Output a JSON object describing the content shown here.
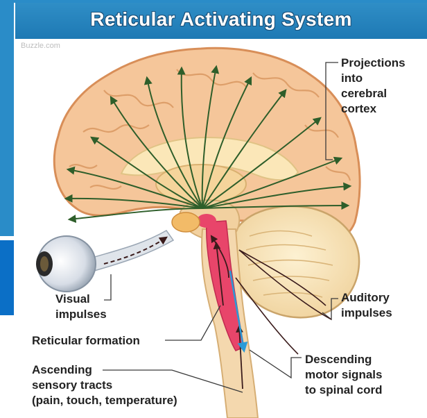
{
  "title": "Reticular Activating System",
  "watermark": "Buzzle.com",
  "labels": {
    "projections": [
      "Projections",
      "into",
      "cerebral",
      "cortex"
    ],
    "visual": [
      "Visual",
      "impulses"
    ],
    "auditory": [
      "Auditory",
      "impulses"
    ],
    "reticular": "Reticular formation",
    "ascending": [
      "Ascending",
      "sensory tracts",
      "(pain, touch, temperature)"
    ],
    "descending": [
      "Descending",
      "motor signals",
      "to spinal cord"
    ]
  },
  "colors": {
    "header": "#1e79b4",
    "brain": "#f5c69a",
    "projection_arrows": "#2e5e2a",
    "reticular": "#e8456a"
  }
}
